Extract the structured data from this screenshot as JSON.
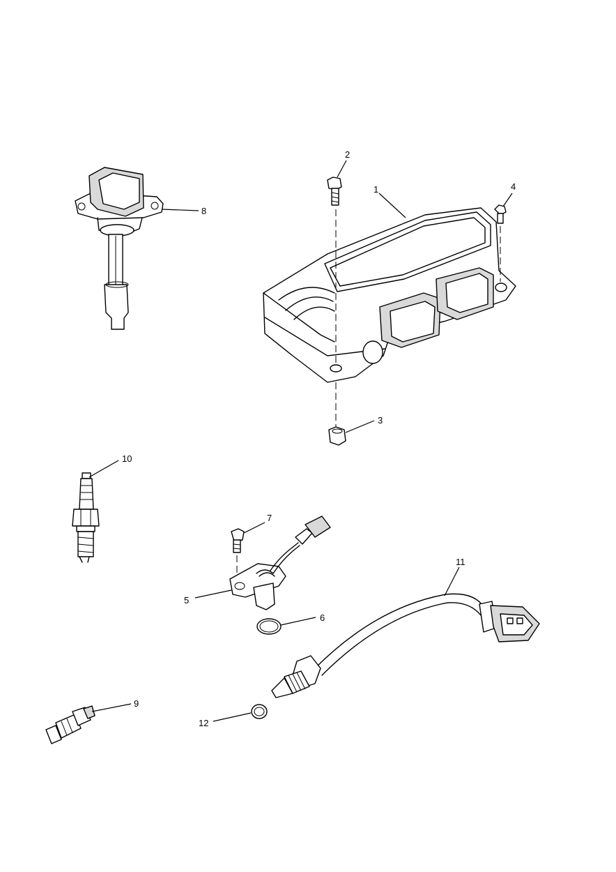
{
  "callouts": [
    {
      "id": "1",
      "label": "1",
      "part": "ecu-module"
    },
    {
      "id": "2",
      "label": "2",
      "part": "bolt"
    },
    {
      "id": "3",
      "label": "3",
      "part": "nut"
    },
    {
      "id": "4",
      "label": "4",
      "part": "screw"
    },
    {
      "id": "5",
      "label": "5",
      "part": "crankshaft-sensor"
    },
    {
      "id": "6",
      "label": "6",
      "part": "o-ring"
    },
    {
      "id": "7",
      "label": "7",
      "part": "screw"
    },
    {
      "id": "8",
      "label": "8",
      "part": "ignition-coil"
    },
    {
      "id": "9",
      "label": "9",
      "part": "temperature-sensor"
    },
    {
      "id": "10",
      "label": "10",
      "part": "spark-plug"
    },
    {
      "id": "11",
      "label": "11",
      "part": "oxygen-sensor"
    },
    {
      "id": "12",
      "label": "12",
      "part": "sealing-washer"
    }
  ]
}
